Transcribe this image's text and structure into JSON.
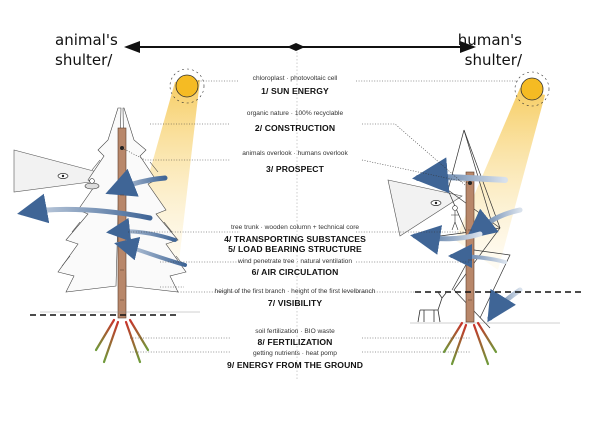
{
  "headings": {
    "left": [
      "animal's",
      "shulter/"
    ],
    "right": [
      "human's",
      "shulter/"
    ]
  },
  "sections": [
    {
      "pair": [
        "chloroplast",
        "photovoltaic cell"
      ],
      "title": [
        "1/ SUN ENERGY"
      ]
    },
    {
      "pair": [
        "organic nature",
        "100% recyclable"
      ],
      "title": [
        "2/ CONSTRUCTION"
      ]
    },
    {
      "pair": [
        "animals overlook",
        "humans overlook"
      ],
      "title": [
        "3/ PROSPECT"
      ]
    },
    {
      "pair": [
        "tree trunk",
        "wooden column + technical core"
      ],
      "title": [
        "4/ TRANSPORTING SUBSTANCES",
        "5/ LOAD BEARING STRUCTURE"
      ]
    },
    {
      "pair": [
        "wind penetrate tree",
        "natural ventilation"
      ],
      "title": [
        "6/ AIR CIRCULATION"
      ]
    },
    {
      "pair": [
        "height of the first branch",
        "height of the first levelbranch"
      ],
      "title": [
        "7/ VISIBILITY"
      ]
    },
    {
      "pair": [
        "soil fertilization",
        "BIO waste"
      ],
      "title": [
        "8/ FERTILIZATION"
      ]
    },
    {
      "pair": [
        "getting nutrients",
        "heat pomp"
      ],
      "title": [
        "9/ ENERGY FROM THE GROUND"
      ]
    }
  ],
  "colors": {
    "sun": "#f5bb23",
    "sun_glow": "#f7d98a",
    "air_arrow": "#5d7ea6",
    "root_red": "#c8342c",
    "root_green": "#6e9b3a",
    "line": "#222222"
  }
}
